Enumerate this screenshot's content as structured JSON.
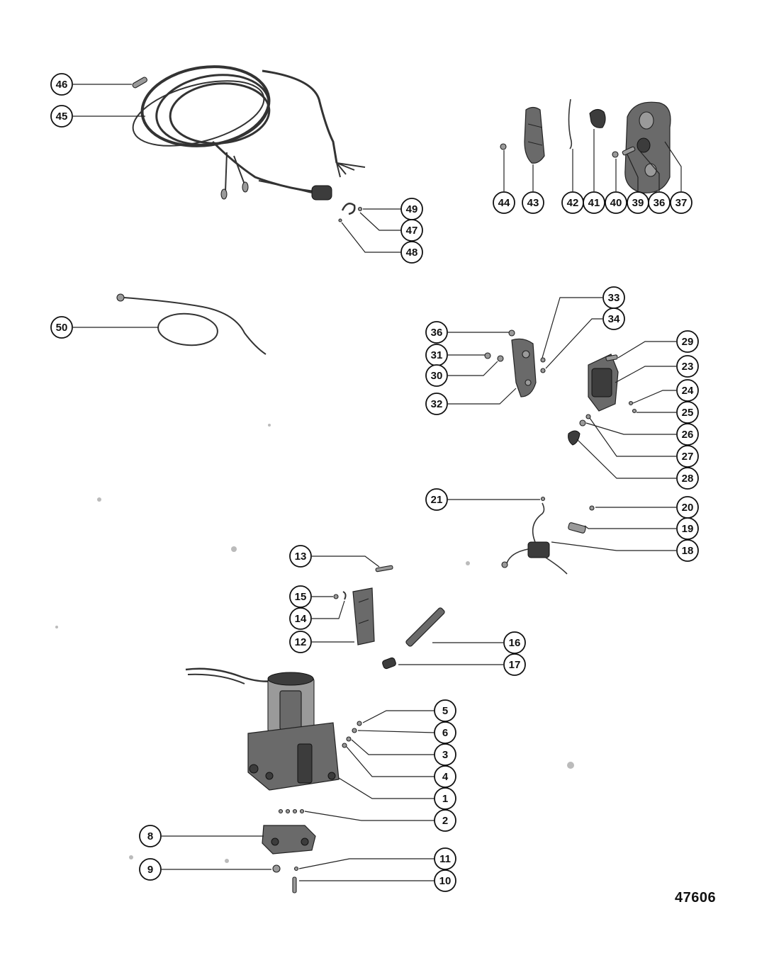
{
  "figure_number": "47606",
  "callouts": {
    "c1": "1",
    "c2": "2",
    "c3": "3",
    "c4": "4",
    "c5": "5",
    "c6": "6",
    "c8": "8",
    "c9": "9",
    "c10": "10",
    "c11": "11",
    "c12": "12",
    "c13": "13",
    "c14": "14",
    "c15": "15",
    "c16": "16",
    "c17": "17",
    "c18": "18",
    "c19": "19",
    "c20": "20",
    "c21": "21",
    "c23": "23",
    "c24": "24",
    "c25": "25",
    "c26": "26",
    "c27": "27",
    "c28": "28",
    "c29": "29",
    "c30": "30",
    "c31": "31",
    "c32": "32",
    "c33": "33",
    "c34": "34",
    "c36a": "36",
    "c36b": "36",
    "c37": "37",
    "c39": "39",
    "c40": "40",
    "c41": "41",
    "c42": "42",
    "c43": "43",
    "c44": "44",
    "c45": "45",
    "c46": "46",
    "c47": "47",
    "c48": "48",
    "c49": "49",
    "c50": "50"
  }
}
